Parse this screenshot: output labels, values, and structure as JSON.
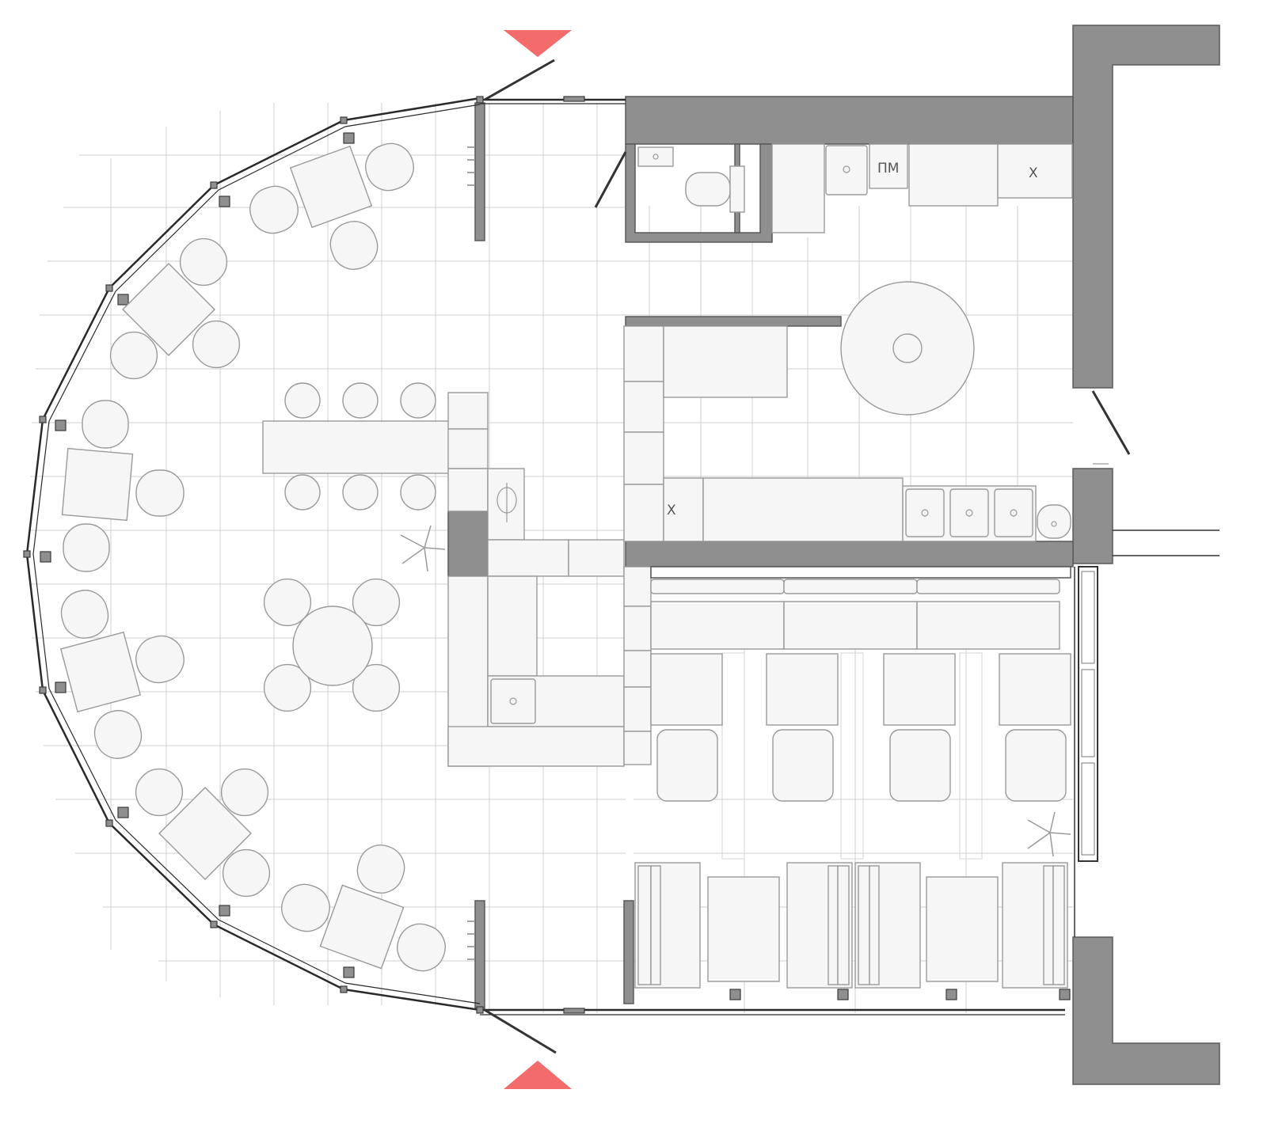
{
  "labels": {
    "pm": "ПМ",
    "fridge_top": "Х",
    "fridge_bottom": "Х"
  },
  "colors": {
    "wall": "#8f8f8f",
    "entrance_arrow": "#f36b6b",
    "furniture": "#f6f6f6",
    "grid": "#cfcfcf"
  },
  "icons": {
    "entrance": "triangle-arrow",
    "fan": "ceiling-fan"
  }
}
